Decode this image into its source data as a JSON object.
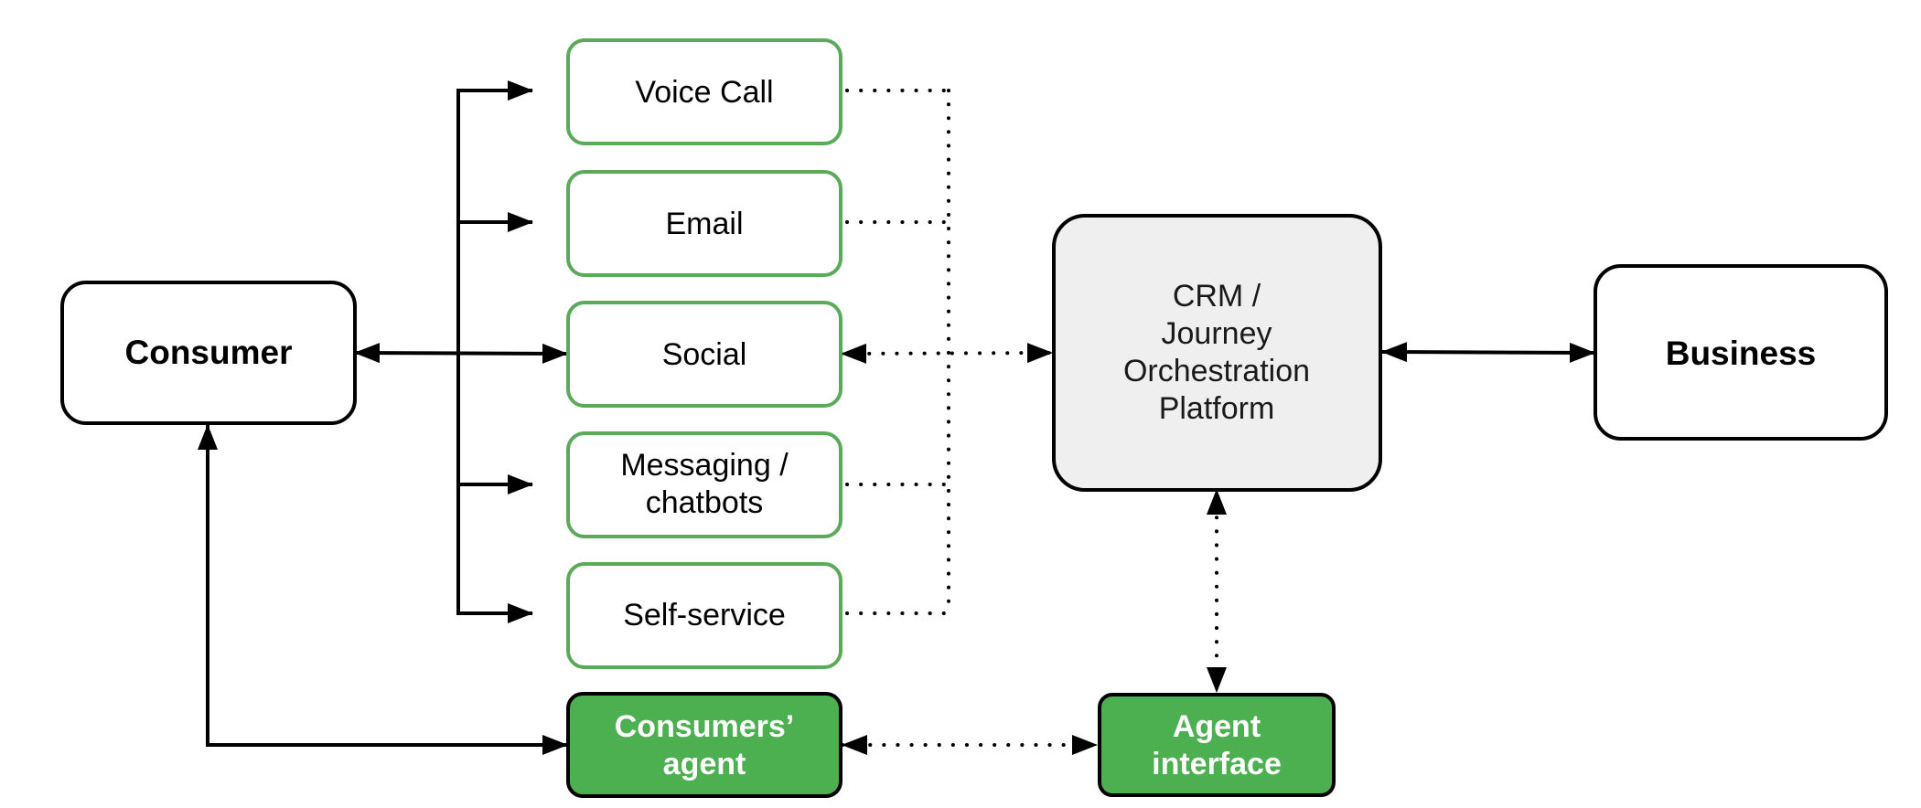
{
  "nodes": {
    "consumer": {
      "label": "Consumer"
    },
    "voice_call": {
      "label": "Voice Call"
    },
    "email": {
      "label": "Email"
    },
    "social": {
      "label": "Social"
    },
    "messaging": {
      "line1": "Messaging /",
      "line2": "chatbots"
    },
    "self_service": {
      "label": "Self-service"
    },
    "consumers_agent": {
      "line1": "Consumers’",
      "line2": "agent"
    },
    "crm": {
      "line1": "CRM /",
      "line2": "Journey",
      "line3": "Orchestration",
      "line4": "Platform"
    },
    "business": {
      "label": "Business"
    },
    "agent_interface": {
      "line1": "Agent",
      "line2": "interface"
    }
  },
  "colors": {
    "channel_border": "#5aaa5a",
    "agent_fill": "#4caf50",
    "crm_fill": "#efefef",
    "line": "#000000"
  }
}
